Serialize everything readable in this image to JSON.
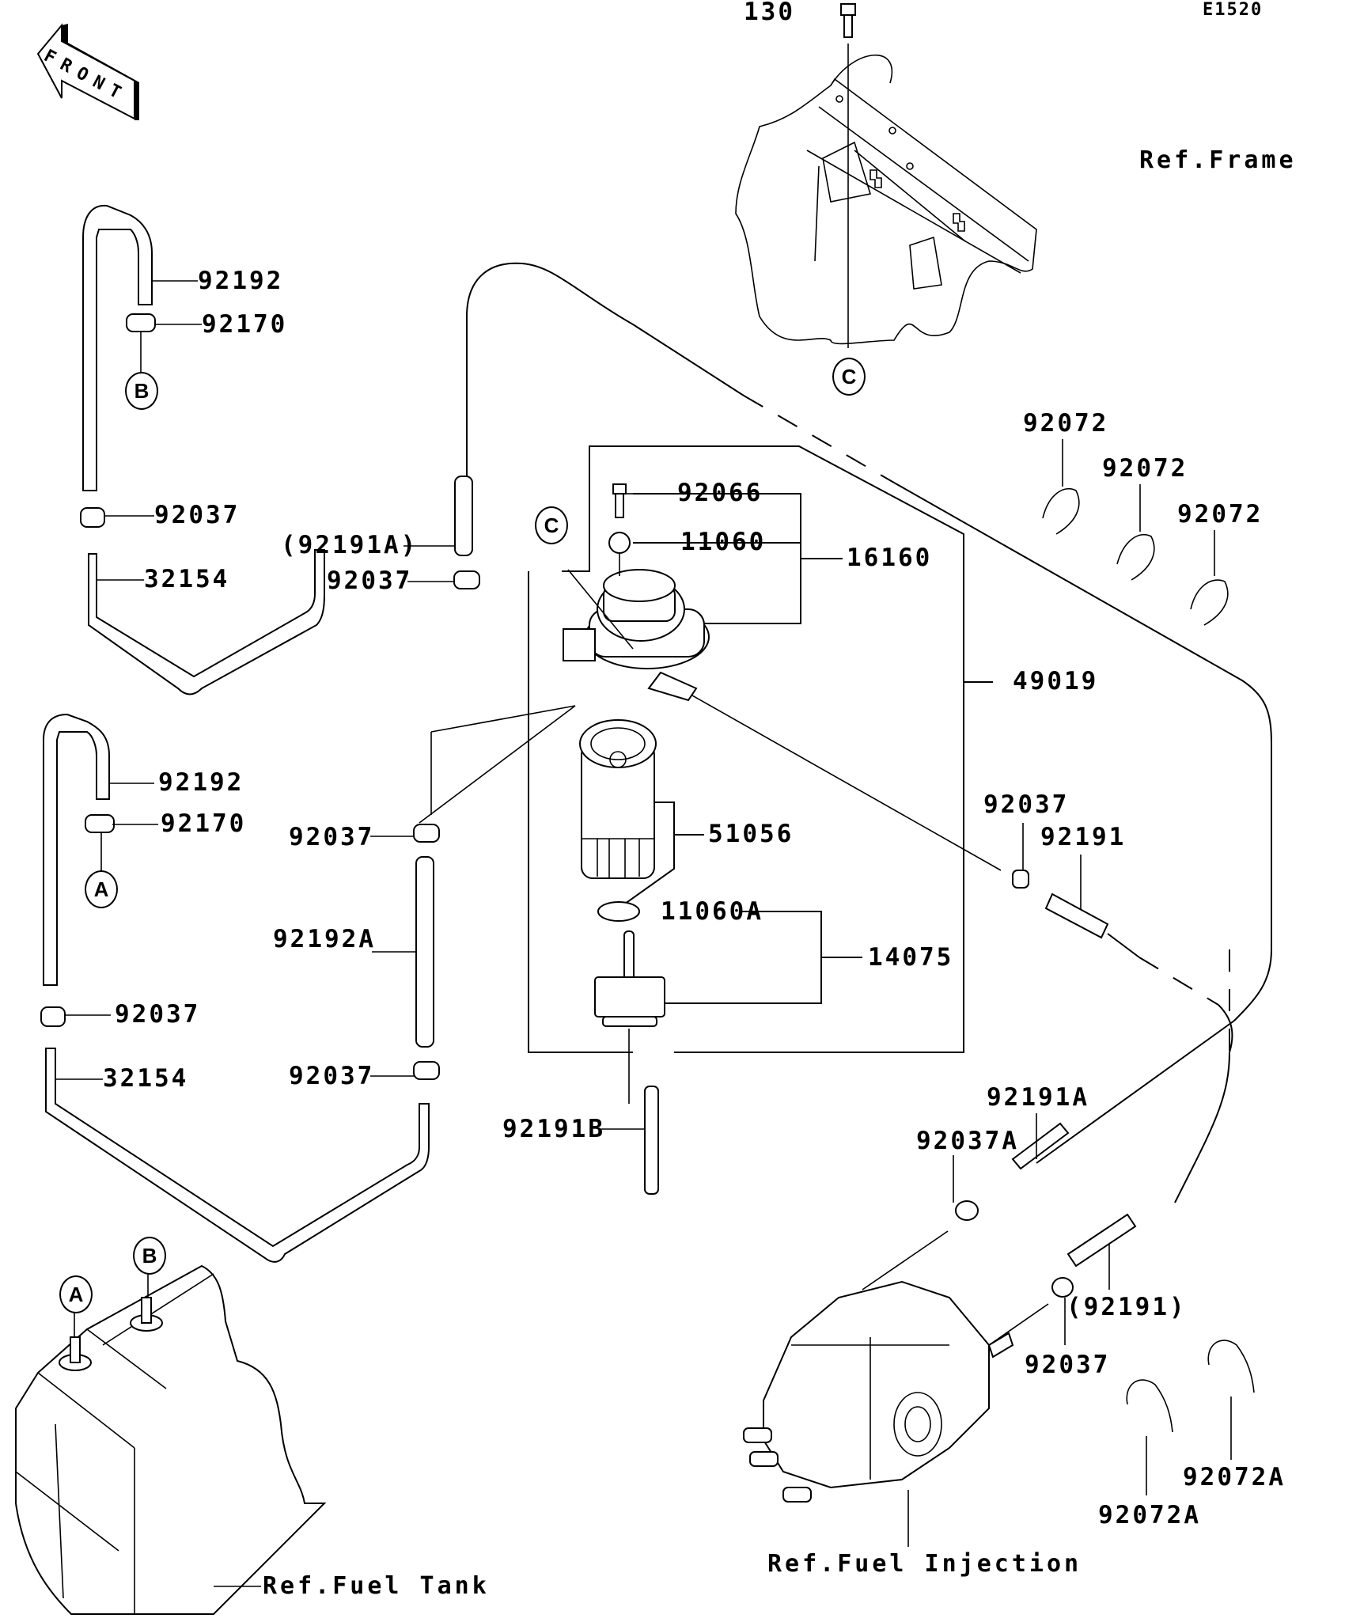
{
  "diagram": {
    "code": "E1520",
    "front_indicator": "FRONT",
    "references": {
      "frame": "Ref.Frame",
      "fuel_tank": "Ref.Fuel Tank",
      "fuel_injection": "Ref.Fuel Injection"
    },
    "connectors": {
      "a": "A",
      "b": "B",
      "c": "C"
    },
    "part_labels": {
      "bolt_130": "130",
      "hose_92192_upper": "92192",
      "clamp_92170_upper": "92170",
      "clamp_92037_upper_left": "92037",
      "pipe_32154_upper": "32154",
      "hose_92191A_paren": "(92191A)",
      "clamp_92037_mid_upper": "92037",
      "bolt_92066": "92066",
      "washer_11060": "11060",
      "assy_16160": "16160",
      "assy_49019": "49019",
      "tie_92072_1": "92072",
      "tie_92072_2": "92072",
      "tie_92072_3": "92072",
      "hose_92192_lower": "92192",
      "clamp_92170_lower": "92170",
      "clamp_92037_mid_left": "92037",
      "hose_92192A": "92192A",
      "clamp_92037_lower_left": "92037",
      "clamp_92037_lower_mid": "92037",
      "pipe_32154_lower": "32154",
      "filter_51056": "51056",
      "oring_11060A": "11060A",
      "assy_14075": "14075",
      "hose_92191B": "92191B",
      "clamp_92037_right": "92037",
      "hose_92191": "92191",
      "hose_92191A": "92191A",
      "clamp_92037A": "92037A",
      "hose_92191_paren": "(92191)",
      "clamp_92037_pump": "92037",
      "tie_92072A_1": "92072A",
      "tie_92072A_2": "92072A"
    }
  }
}
